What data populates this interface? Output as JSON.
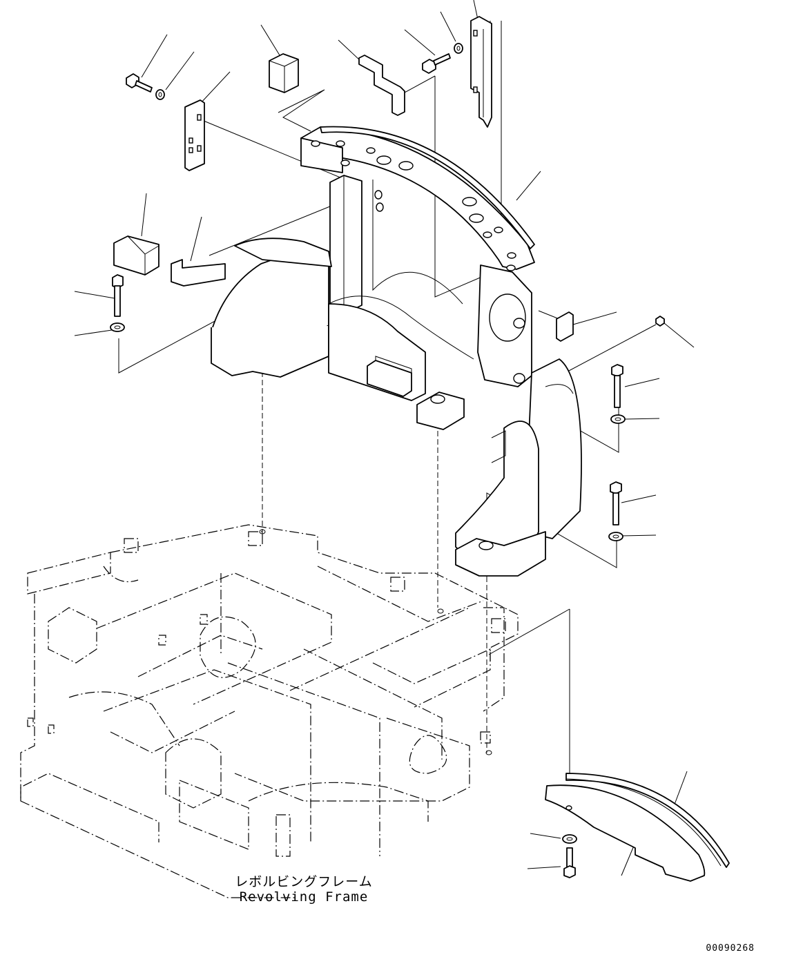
{
  "caption": {
    "japanese": "レボルビングフレーム",
    "english": "Revolving Frame"
  },
  "drawing_number": "00090268",
  "parts": [
    "bolt",
    "washer",
    "bracket",
    "block",
    "plate",
    "bolt",
    "washer",
    "bracket",
    "trim-rubber",
    "counterweight",
    "block",
    "screw",
    "bolt",
    "washer",
    "bolt",
    "washer",
    "cover",
    "bolt",
    "washer",
    "cover"
  ]
}
